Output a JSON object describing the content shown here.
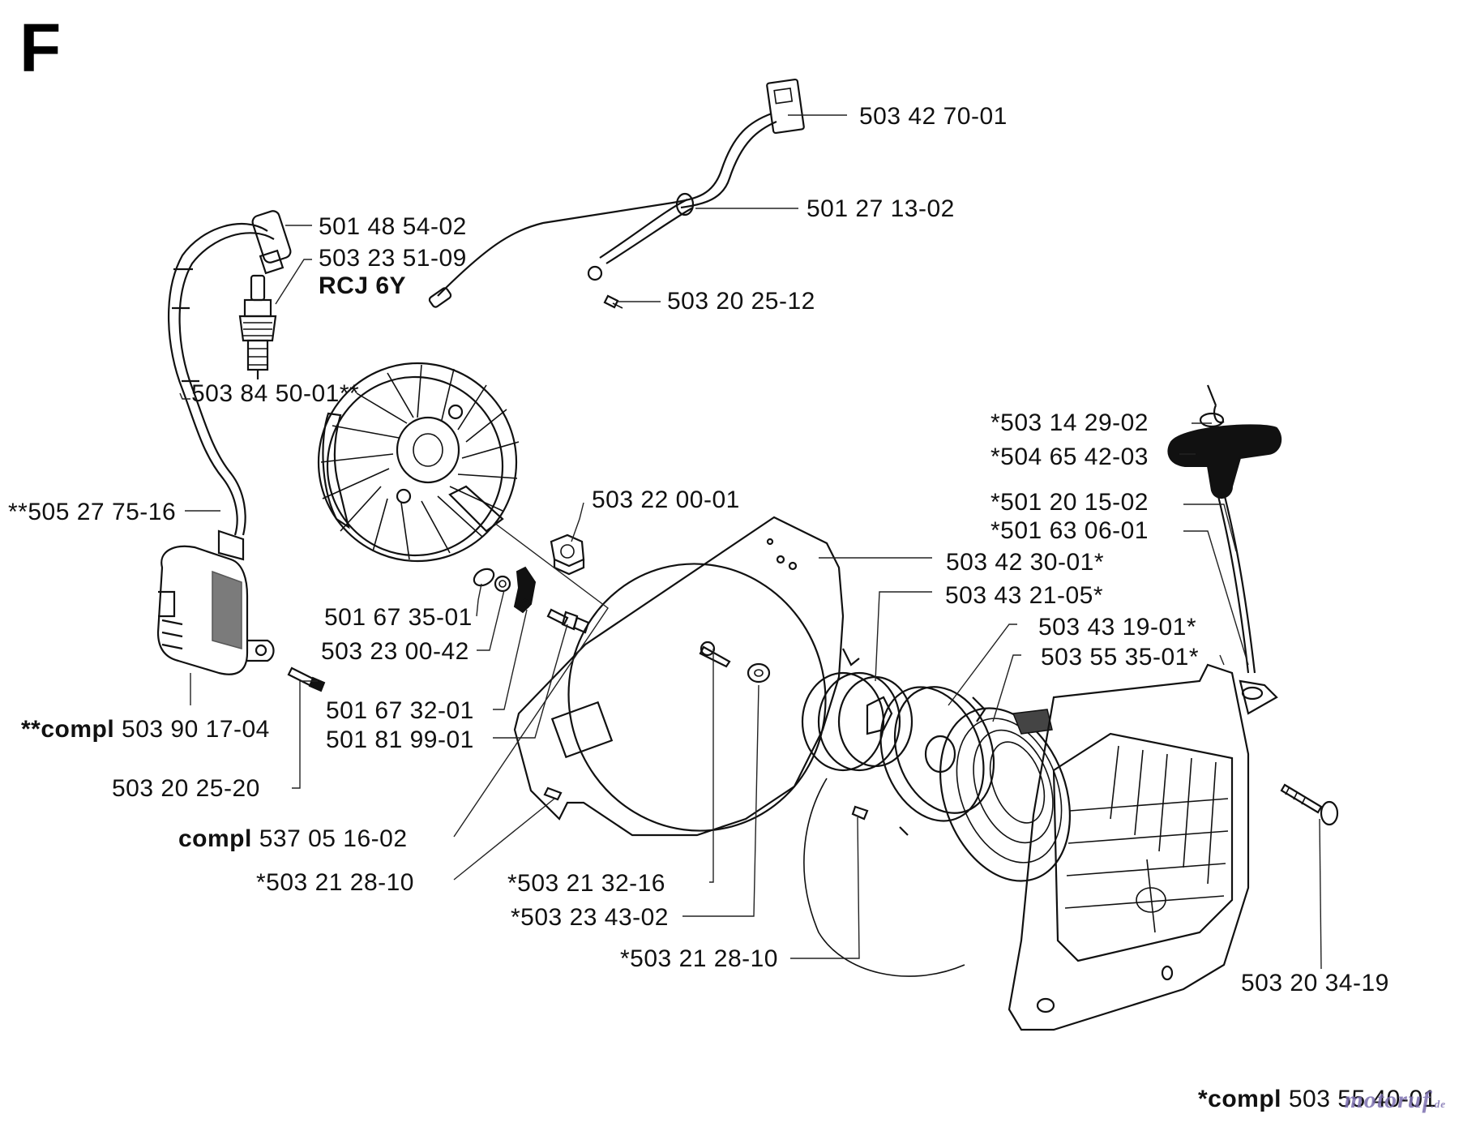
{
  "section_letter": "F",
  "watermark": "motoruf",
  "watermark_suffix": ".de",
  "labels": {
    "p_503_42_70_01": "503 42 70-01",
    "p_501_27_13_02": "501 27 13-02",
    "p_503_20_25_12": "503 20 25-12",
    "p_501_48_54_02": "501 48 54-02",
    "p_503_23_51_09": "503 23 51-09",
    "p_rcj_6y": "RCJ 6Y",
    "p_503_84_50_01": "503 84 50-01**",
    "p_505_27_75_16": "**505 27 75-16",
    "p_compl_503_90_17_04_prefix": "**compl",
    "p_compl_503_90_17_04": "503 90 17-04",
    "p_503_20_25_20": "503 20 25-20",
    "p_compl_537_05_16_02_prefix": "compl",
    "p_compl_537_05_16_02": "537 05 16-02",
    "p_503_21_28_10_a": "*503 21 28-10",
    "p_501_67_35_01": "501 67 35-01",
    "p_503_23_00_42": "503 23 00-42",
    "p_501_67_32_01": "501 67 32-01",
    "p_501_81_99_01": "501 81 99-01",
    "p_503_22_00_01": "503 22 00-01",
    "p_503_42_30_01": "503 42 30-01*",
    "p_503_43_21_05": "503 43 21-05*",
    "p_503_43_19_01": "503 43 19-01*",
    "p_503_55_35_01": "503 55 35-01*",
    "p_503_14_29_02": "*503 14 29-02",
    "p_504_65_42_03": "*504 65 42-03",
    "p_501_20_15_02": "*501 20 15-02",
    "p_501_63_06_01": "*501 63 06-01",
    "p_503_21_32_16": "*503 21 32-16",
    "p_503_23_43_02": "*503 23 43-02",
    "p_503_21_28_10_b": "*503 21 28-10",
    "p_503_20_34_19": "503 20 34-19",
    "p_compl_503_55_40_01_prefix": "*compl",
    "p_compl_503_55_40_01": "503 55 40-01"
  }
}
